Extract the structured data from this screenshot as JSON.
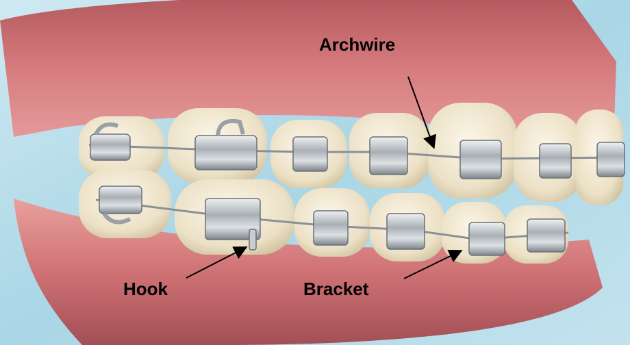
{
  "labels": {
    "archwire": "Archwire",
    "hook": "Hook",
    "bracket": "Bracket"
  },
  "colors": {
    "background": "#b4dce9",
    "gum": "#d88283",
    "tooth": "#eee5cf",
    "metal": "#b9bec2",
    "label": "#000000"
  }
}
